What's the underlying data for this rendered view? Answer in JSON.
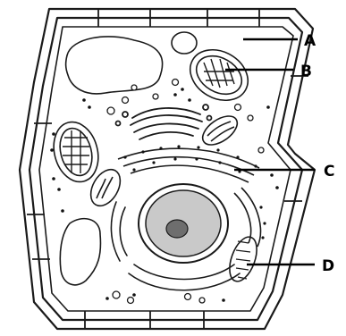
{
  "labels": [
    {
      "key": "A",
      "text": "A"
    },
    {
      "key": "B",
      "text": "B"
    },
    {
      "key": "C",
      "text": "C"
    },
    {
      "key": "D",
      "text": "D"
    }
  ],
  "colors": {
    "outline": "#1a1a1a",
    "nucleus_fill": "#c9c9c9",
    "nucleolus_fill": "#6e6e6e",
    "background": "#ffffff"
  }
}
